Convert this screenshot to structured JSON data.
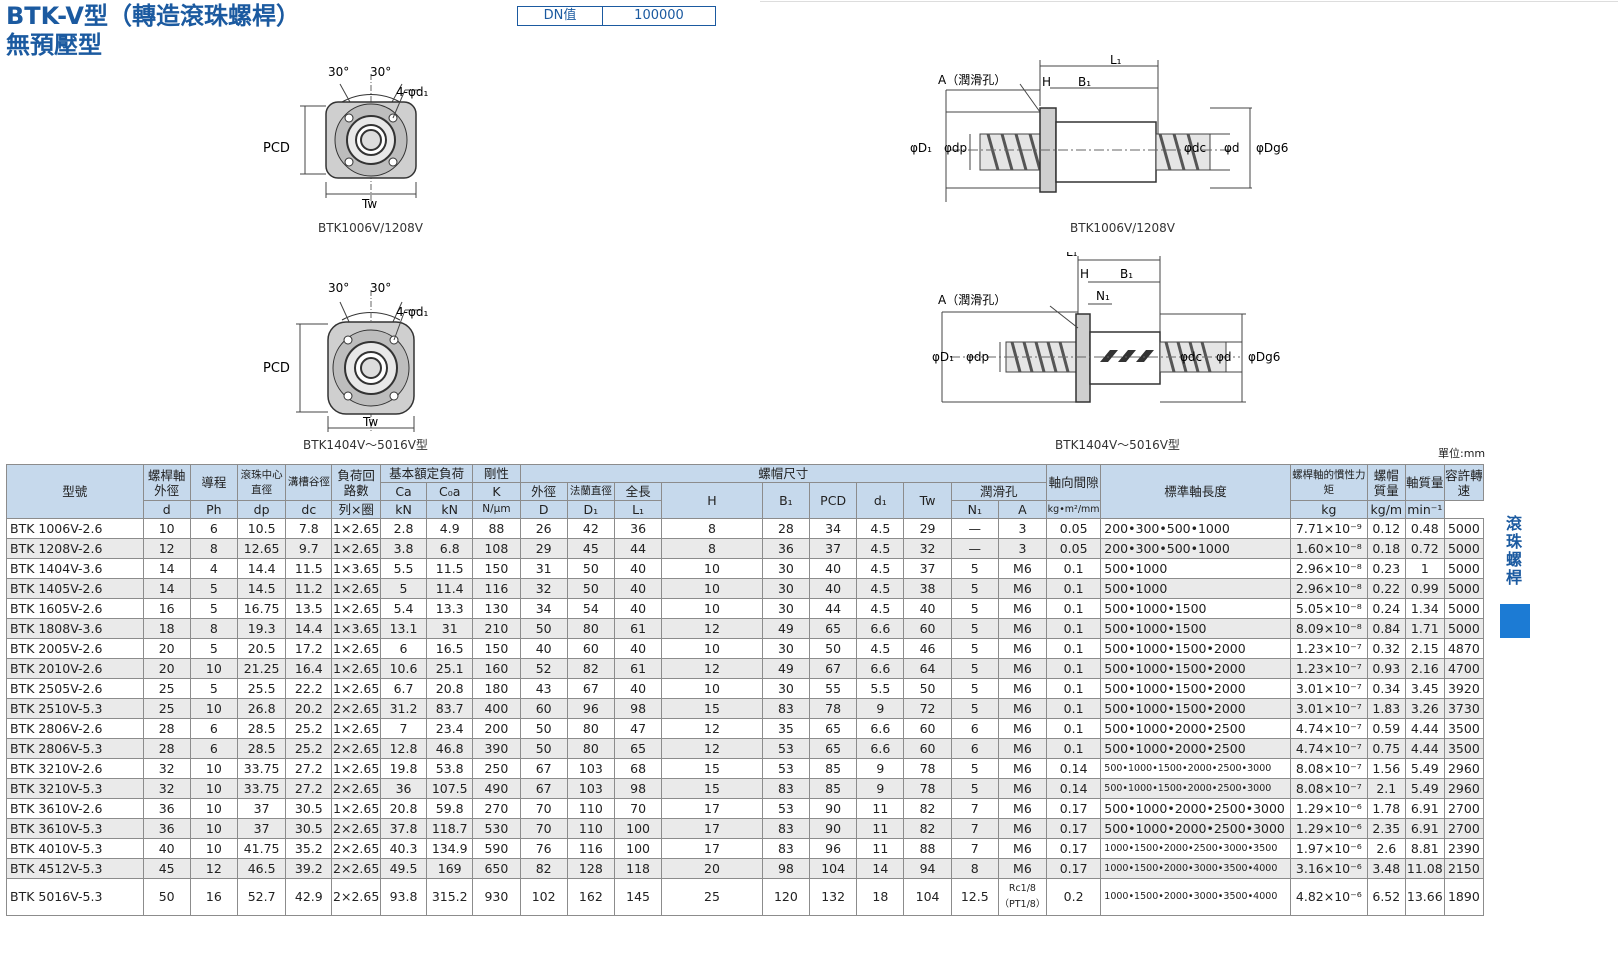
{
  "header": {
    "title_line1": "BTK-V型（轉造滾珠螺桿）",
    "title_line2": "無預壓型",
    "dn_label": "DN值",
    "dn_value": "100000"
  },
  "figures": {
    "caption_tl": "BTK1006V/1208V",
    "caption_tr": "BTK1006V/1208V",
    "caption_bl": "BTK1404V～5016V型",
    "caption_br": "BTK1404V～5016V型",
    "labels": {
      "angle": "30°",
      "hole": "4-φd₁",
      "pcd": "PCD",
      "tw": "Tw",
      "a_hole": "A（潤滑孔）",
      "l1": "L₁",
      "h": "H",
      "b1": "B₁",
      "n1": "N₁",
      "d1": "φD₁",
      "dp": "φdp",
      "dc": "φdc",
      "d": "φd",
      "dg6": "φDg6"
    }
  },
  "unit": "單位:mm",
  "side_tab": "滾珠螺桿",
  "table": {
    "headers": {
      "model": "型號",
      "shaft_od": "螺桿軸外徑",
      "lead": "導程",
      "pitch_dia": "滾珠中心直徑",
      "groove": "溝槽谷徑",
      "circuits": "負荷回路數",
      "rated_load": "基本額定負荷",
      "rigidity": "剛性",
      "nut_dims": "螺帽尺寸",
      "od": "外徑",
      "flange_dia": "法蘭直徑",
      "length": "全長",
      "lube": "潤滑孔",
      "axial": "軸向間隙",
      "std_len": "標準軸長度",
      "inertia": "螺桿軸的慣性力矩",
      "nut_mass": "螺帽質量",
      "shaft_mass": "軸質量",
      "speed": "容許轉速",
      "sym_d": "d",
      "sym_ph": "Ph",
      "sym_dp": "dp",
      "sym_dc": "dc",
      "sym_cir": "列×圈",
      "sym_ca": "Ca",
      "sym_c0a": "C₀a",
      "sym_k": "K",
      "sym_D": "D",
      "sym_D1": "D₁",
      "sym_L1": "L₁",
      "sym_H": "H",
      "sym_B1": "B₁",
      "sym_PCD": "PCD",
      "sym_d1": "d₁",
      "sym_Tw": "Tw",
      "sym_N1": "N₁",
      "sym_A": "A",
      "u_kn1": "kN",
      "u_kn2": "kN",
      "u_k": "N/μm",
      "u_inertia": "kg•m²/mm",
      "u_kg": "kg",
      "u_kgm": "kg/m",
      "u_min": "min⁻¹"
    },
    "rows": [
      [
        "BTK 1006V-2.6",
        "10",
        "6",
        "10.5",
        "7.8",
        "1×2.65",
        "2.8",
        "4.9",
        "88",
        "26",
        "42",
        "36",
        "8",
        "28",
        "34",
        "4.5",
        "29",
        "—",
        "3",
        "0.05",
        "200•300•500•1000",
        "7.71×10⁻⁹",
        "0.12",
        "0.48",
        "5000"
      ],
      [
        "BTK 1208V-2.6",
        "12",
        "8",
        "12.65",
        "9.7",
        "1×2.65",
        "3.8",
        "6.8",
        "108",
        "29",
        "45",
        "44",
        "8",
        "36",
        "37",
        "4.5",
        "32",
        "—",
        "3",
        "0.05",
        "200•300•500•1000",
        "1.60×10⁻⁸",
        "0.18",
        "0.72",
        "5000"
      ],
      [
        "BTK 1404V-3.6",
        "14",
        "4",
        "14.4",
        "11.5",
        "1×3.65",
        "5.5",
        "11.5",
        "150",
        "31",
        "50",
        "40",
        "10",
        "30",
        "40",
        "4.5",
        "37",
        "5",
        "M6",
        "0.1",
        "500•1000",
        "2.96×10⁻⁸",
        "0.23",
        "1",
        "5000"
      ],
      [
        "BTK 1405V-2.6",
        "14",
        "5",
        "14.5",
        "11.2",
        "1×2.65",
        "5",
        "11.4",
        "116",
        "32",
        "50",
        "40",
        "10",
        "30",
        "40",
        "4.5",
        "38",
        "5",
        "M6",
        "0.1",
        "500•1000",
        "2.96×10⁻⁸",
        "0.22",
        "0.99",
        "5000"
      ],
      [
        "BTK 1605V-2.6",
        "16",
        "5",
        "16.75",
        "13.5",
        "1×2.65",
        "5.4",
        "13.3",
        "130",
        "34",
        "54",
        "40",
        "10",
        "30",
        "44",
        "4.5",
        "40",
        "5",
        "M6",
        "0.1",
        "500•1000•1500",
        "5.05×10⁻⁸",
        "0.24",
        "1.34",
        "5000"
      ],
      [
        "BTK 1808V-3.6",
        "18",
        "8",
        "19.3",
        "14.4",
        "1×3.65",
        "13.1",
        "31",
        "210",
        "50",
        "80",
        "61",
        "12",
        "49",
        "65",
        "6.6",
        "60",
        "5",
        "M6",
        "0.1",
        "500•1000•1500",
        "8.09×10⁻⁸",
        "0.84",
        "1.71",
        "5000"
      ],
      [
        "BTK 2005V-2.6",
        "20",
        "5",
        "20.5",
        "17.2",
        "1×2.65",
        "6",
        "16.5",
        "150",
        "40",
        "60",
        "40",
        "10",
        "30",
        "50",
        "4.5",
        "46",
        "5",
        "M6",
        "0.1",
        "500•1000•1500•2000",
        "1.23×10⁻⁷",
        "0.32",
        "2.15",
        "4870"
      ],
      [
        "BTK 2010V-2.6",
        "20",
        "10",
        "21.25",
        "16.4",
        "1×2.65",
        "10.6",
        "25.1",
        "160",
        "52",
        "82",
        "61",
        "12",
        "49",
        "67",
        "6.6",
        "64",
        "5",
        "M6",
        "0.1",
        "500•1000•1500•2000",
        "1.23×10⁻⁷",
        "0.93",
        "2.16",
        "4700"
      ],
      [
        "BTK 2505V-2.6",
        "25",
        "5",
        "25.5",
        "22.2",
        "1×2.65",
        "6.7",
        "20.8",
        "180",
        "43",
        "67",
        "40",
        "10",
        "30",
        "55",
        "5.5",
        "50",
        "5",
        "M6",
        "0.1",
        "500•1000•1500•2000",
        "3.01×10⁻⁷",
        "0.34",
        "3.45",
        "3920"
      ],
      [
        "BTK 2510V-5.3",
        "25",
        "10",
        "26.8",
        "20.2",
        "2×2.65",
        "31.2",
        "83.7",
        "400",
        "60",
        "96",
        "98",
        "15",
        "83",
        "78",
        "9",
        "72",
        "5",
        "M6",
        "0.1",
        "500•1000•1500•2000",
        "3.01×10⁻⁷",
        "1.83",
        "3.26",
        "3730"
      ],
      [
        "BTK 2806V-2.6",
        "28",
        "6",
        "28.5",
        "25.2",
        "1×2.65",
        "7",
        "23.4",
        "200",
        "50",
        "80",
        "47",
        "12",
        "35",
        "65",
        "6.6",
        "60",
        "6",
        "M6",
        "0.1",
        "500•1000•2000•2500",
        "4.74×10⁻⁷",
        "0.59",
        "4.44",
        "3500"
      ],
      [
        "BTK 2806V-5.3",
        "28",
        "6",
        "28.5",
        "25.2",
        "2×2.65",
        "12.8",
        "46.8",
        "390",
        "50",
        "80",
        "65",
        "12",
        "53",
        "65",
        "6.6",
        "60",
        "6",
        "M6",
        "0.1",
        "500•1000•2000•2500",
        "4.74×10⁻⁷",
        "0.75",
        "4.44",
        "3500"
      ],
      [
        "BTK 3210V-2.6",
        "32",
        "10",
        "33.75",
        "27.2",
        "1×2.65",
        "19.8",
        "53.8",
        "250",
        "67",
        "103",
        "68",
        "15",
        "53",
        "85",
        "9",
        "78",
        "5",
        "M6",
        "0.14",
        "500•1000•1500•2000•2500•3000",
        "8.08×10⁻⁷",
        "1.56",
        "5.49",
        "2960"
      ],
      [
        "BTK 3210V-5.3",
        "32",
        "10",
        "33.75",
        "27.2",
        "2×2.65",
        "36",
        "107.5",
        "490",
        "67",
        "103",
        "98",
        "15",
        "83",
        "85",
        "9",
        "78",
        "5",
        "M6",
        "0.14",
        "500•1000•1500•2000•2500•3000",
        "8.08×10⁻⁷",
        "2.1",
        "5.49",
        "2960"
      ],
      [
        "BTK 3610V-2.6",
        "36",
        "10",
        "37",
        "30.5",
        "1×2.65",
        "20.8",
        "59.8",
        "270",
        "70",
        "110",
        "70",
        "17",
        "53",
        "90",
        "11",
        "82",
        "7",
        "M6",
        "0.17",
        "500•1000•2000•2500•3000",
        "1.29×10⁻⁶",
        "1.78",
        "6.91",
        "2700"
      ],
      [
        "BTK 3610V-5.3",
        "36",
        "10",
        "37",
        "30.5",
        "2×2.65",
        "37.8",
        "118.7",
        "530",
        "70",
        "110",
        "100",
        "17",
        "83",
        "90",
        "11",
        "82",
        "7",
        "M6",
        "0.17",
        "500•1000•2000•2500•3000",
        "1.29×10⁻⁶",
        "2.35",
        "6.91",
        "2700"
      ],
      [
        "BTK 4010V-5.3",
        "40",
        "10",
        "41.75",
        "35.2",
        "2×2.65",
        "40.3",
        "134.9",
        "590",
        "76",
        "116",
        "100",
        "17",
        "83",
        "96",
        "11",
        "88",
        "7",
        "M6",
        "0.17",
        "1000•1500•2000•2500•3000•3500",
        "1.97×10⁻⁶",
        "2.6",
        "8.81",
        "2390"
      ],
      [
        "BTK 4512V-5.3",
        "45",
        "12",
        "46.5",
        "39.2",
        "2×2.65",
        "49.5",
        "169",
        "650",
        "82",
        "128",
        "118",
        "20",
        "98",
        "104",
        "14",
        "94",
        "8",
        "M6",
        "0.17",
        "1000•1500•2000•3000•3500•4000",
        "3.16×10⁻⁶",
        "3.48",
        "11.08",
        "2150"
      ],
      [
        "BTK 5016V-5.3",
        "50",
        "16",
        "52.7",
        "42.9",
        "2×2.65",
        "93.8",
        "315.2",
        "930",
        "102",
        "162",
        "145",
        "25",
        "120",
        "132",
        "18",
        "104",
        "12.5",
        "Rc1/8\n（PT1/8）",
        "0.2",
        "1000•1500•2000•3000•3500•4000",
        "4.82×10⁻⁶",
        "6.52",
        "13.66",
        "1890"
      ]
    ]
  }
}
